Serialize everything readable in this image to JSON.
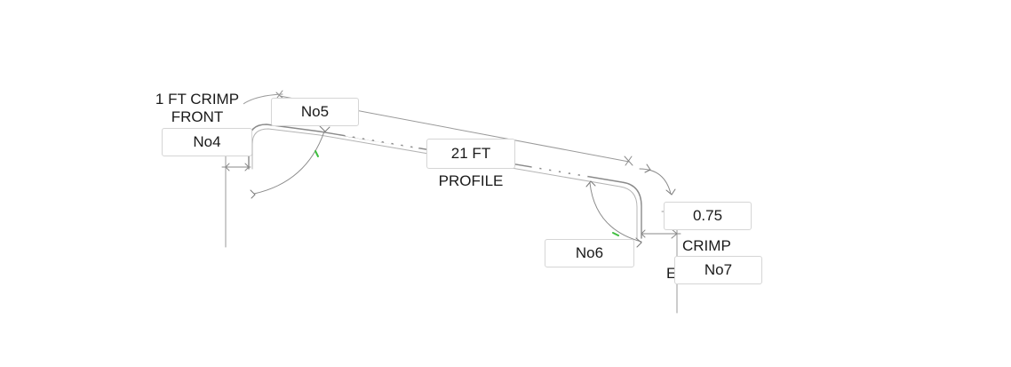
{
  "labels": {
    "front_crimp_line1": "1 FT CRIMP",
    "front_crimp_line2": "FRONT",
    "bend_no4": "No4",
    "bend_no5": "No5",
    "profile_line1": "21 FT",
    "profile_line2": "PROFILE",
    "end_dim": "0.75",
    "end_crimp_line1": "CRIMP",
    "end_crimp_line2": "E",
    "bend_no6": "No6",
    "bend_no7": "No7"
  },
  "colors": {
    "line": "#8a8a8a",
    "dim": "#9a9a9a",
    "accent": "#3fbf3f"
  }
}
